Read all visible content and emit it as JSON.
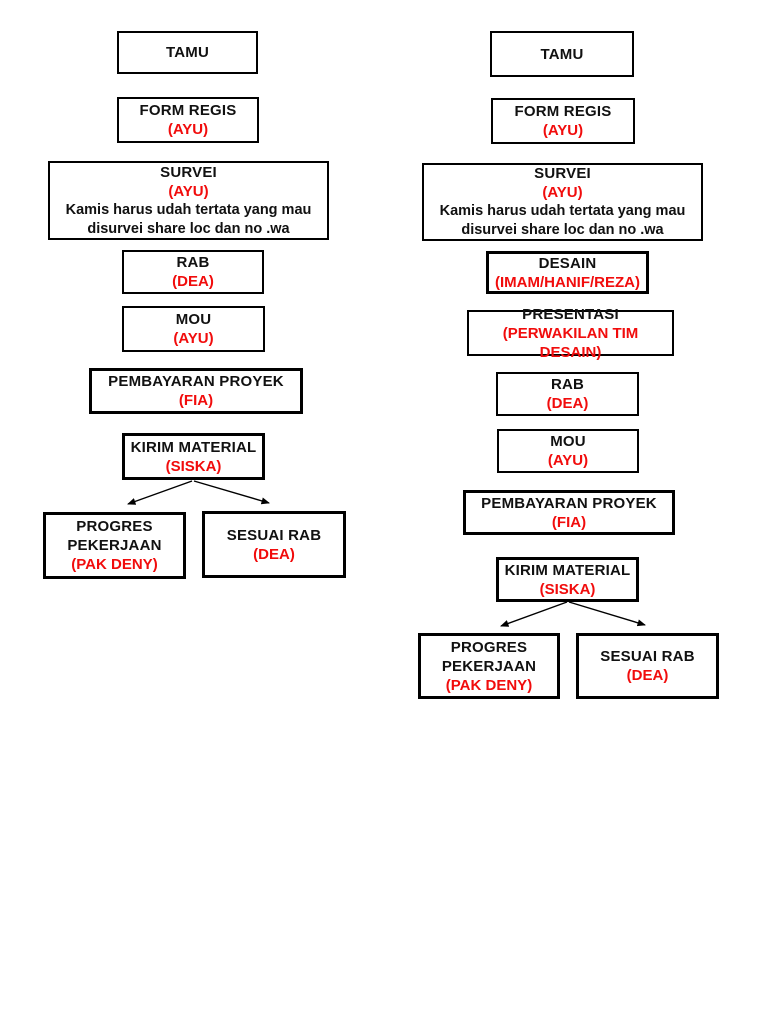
{
  "document": {
    "background": "#ffffff"
  },
  "colors": {
    "border": "#000000",
    "title_text": "#111111",
    "owner_text": "#f10c0c"
  },
  "flowcharts": [
    {
      "name": "left-flow",
      "nodes": [
        {
          "title": "TAMU"
        },
        {
          "title": "FORM REGIS",
          "owner": "(AYU)"
        },
        {
          "title": "SURVEI",
          "owner": "(AYU)",
          "note": "Kamis harus udah tertata yang mau disurvei share loc dan no .wa"
        },
        {
          "title": "RAB",
          "owner": "(DEA)"
        },
        {
          "title": "MOU",
          "owner": "(AYU)"
        },
        {
          "title": "PEMBAYARAN PROYEK",
          "owner": "(FIA)"
        },
        {
          "title": "KIRIM MATERIAL",
          "owner": "(SISKA)"
        },
        {
          "title": "PROGRES PEKERJAAN",
          "owner": "(PAK DENY)"
        },
        {
          "title": "SESUAI RAB",
          "owner": "(DEA)"
        }
      ]
    },
    {
      "name": "right-flow",
      "nodes": [
        {
          "title": "TAMU"
        },
        {
          "title": "FORM REGIS",
          "owner": "(AYU)"
        },
        {
          "title": "SURVEI",
          "owner": "(AYU)",
          "note": "Kamis harus udah tertata yang mau disurvei share loc dan no .wa"
        },
        {
          "title": "DESAIN",
          "owner": "(IMAM/HANIF/REZA)"
        },
        {
          "title": "PRESENTASI",
          "owner": "(PERWAKILAN TIM DESAIN)"
        },
        {
          "title": "RAB",
          "owner": "(DEA)"
        },
        {
          "title": "MOU",
          "owner": "(AYU)"
        },
        {
          "title": "PEMBAYARAN PROYEK",
          "owner": "(FIA)"
        },
        {
          "title": "KIRIM MATERIAL",
          "owner": "(SISKA)"
        },
        {
          "title": "PROGRES PEKERJAAN",
          "owner": "(PAK DENY)"
        },
        {
          "title": "SESUAI RAB",
          "owner": "(DEA)"
        }
      ]
    }
  ]
}
